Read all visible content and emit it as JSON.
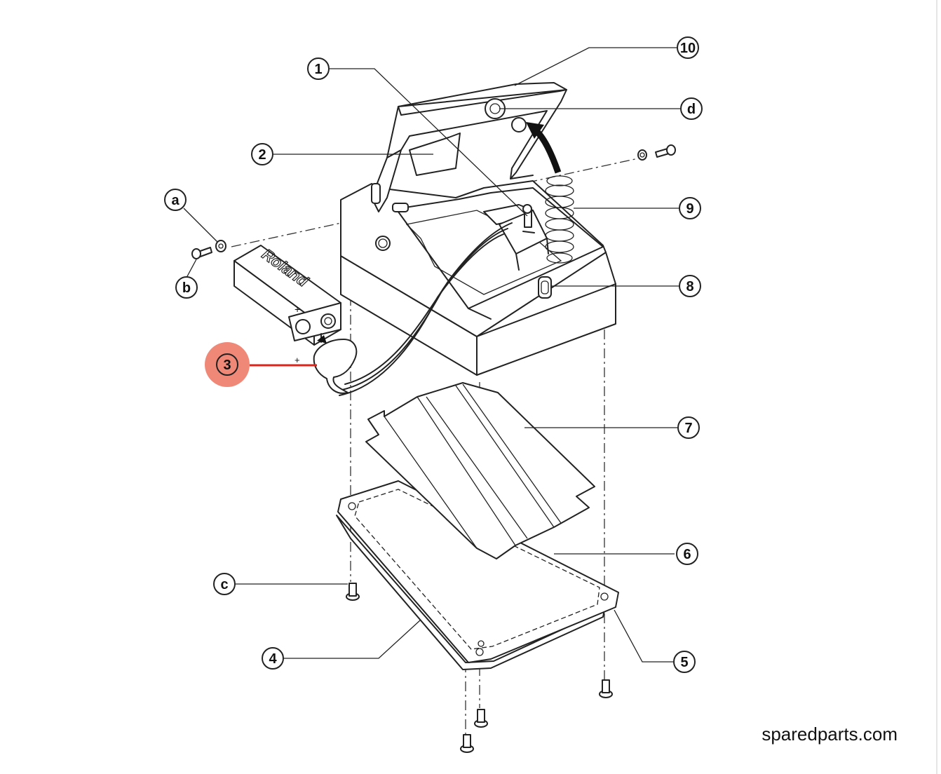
{
  "diagram": {
    "part_labels": [
      "1",
      "2",
      "3",
      "4",
      "5",
      "6",
      "7",
      "8",
      "9",
      "10"
    ],
    "hardware_labels": [
      "a",
      "b",
      "c",
      "d"
    ],
    "highlighted_label": "3",
    "battery_brand": "Roland",
    "battery_polarity": "+",
    "highlight_color": "#f08878",
    "leader_highlight_color": "#d9251b"
  },
  "footer": {
    "site": "sparedparts.com"
  }
}
